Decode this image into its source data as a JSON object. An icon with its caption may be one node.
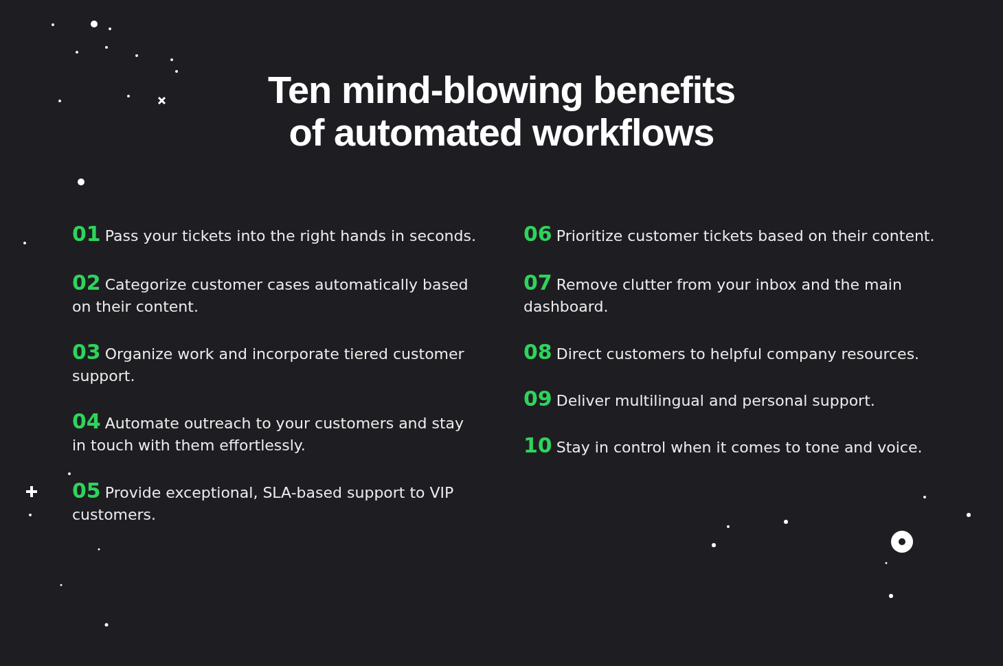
{
  "diagram": {
    "title": "Ten mind-blowing benefits of automated workflows",
    "labels": [
      "01",
      "Pass your tickets into the right hands in seconds.",
      "02",
      "Categorize customer cases automatically based on their content.",
      "03",
      "Organize work and incorporate tiered customer support.",
      "04",
      "Automate outreach to your customers and stay in touch with them effortlessly.",
      "05",
      "Provide exceptional, SLA-based support to VIP customers.",
      "06",
      "Prioritize customer tickets based on their content.",
      "07",
      "Remove clutter from your inbox and the main dashboard.",
      "08",
      "Direct customers to helpful company resources.",
      "09",
      "Deliver multilingual and personal support.",
      "10",
      "Stay in control when it comes to tone and voice."
    ]
  }
}
